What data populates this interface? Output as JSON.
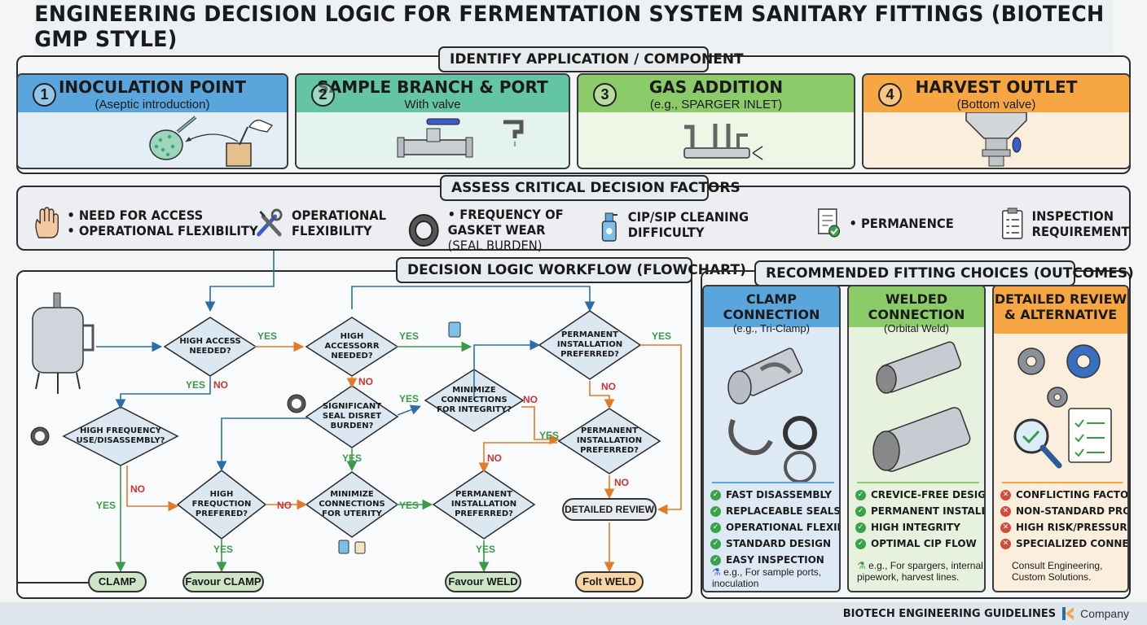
{
  "title": "ENGINEERING DECISION LOGIC FOR FERMENTATION SYSTEM SANITARY FITTINGS (BIOTECH GMP STYLE)",
  "identify": {
    "heading": "IDENTIFY APPLICATION / COMPONENT",
    "cards": [
      {
        "num": "1",
        "title": "INOCULATION POINT",
        "sub": "(Aseptic introduction)",
        "head_color": "#5aa6dc",
        "body_color": "#e3eef7"
      },
      {
        "num": "2",
        "title": "SAMPLE BRANCH & PORT",
        "sub": "With valve",
        "head_color": "#63c5a6",
        "body_color": "#e4f3ee"
      },
      {
        "num": "3",
        "title": "GAS ADDITION",
        "sub": "(e.g., SPARGER INLET)",
        "head_color": "#8ccb6a",
        "body_color": "#eef6e6"
      },
      {
        "num": "4",
        "title": "HARVEST OUTLET",
        "sub": "(Bottom valve)",
        "head_color": "#f6a744",
        "body_color": "#fbeedd"
      }
    ]
  },
  "factors": {
    "heading": "ASSESS CRITICAL DECISION FACTORS",
    "items": [
      {
        "line1": "• NEED FOR ACCESS",
        "line2": "• OPERATIONAL FLEXIBILITY",
        "line3": "",
        "icon": "hand-icon"
      },
      {
        "line1": "OPERATIONAL",
        "line2": "FLEXIBILITY",
        "line3": "",
        "icon": "tools-icon"
      },
      {
        "line1": "• FREQUENCY OF",
        "line2": "GASKET WEAR",
        "line3": "(SEAL BURDEN)",
        "icon": "gasket-icon"
      },
      {
        "line1": "CIP/SIP CLEANING",
        "line2": "DIFFICULTY",
        "line3": "",
        "icon": "spray-bottle-icon"
      },
      {
        "line1": "• PERMANENCE",
        "line2": "",
        "line3": "",
        "icon": "certificate-icon"
      },
      {
        "line1": "INSPECTION",
        "line2": "REQUIREMENT",
        "line3": "",
        "icon": "clipboard-icon"
      }
    ]
  },
  "flow": {
    "heading": "DECISION LOGIC WORKFLOW (FLOWCHART)",
    "diamonds": [
      {
        "id": "d1",
        "l1": "HIGH ACCESS",
        "l2": "NEEDED?",
        "l3": ""
      },
      {
        "id": "d2",
        "l1": "HIGH",
        "l2": "ACCESSORR",
        "l3": "NEEDED?"
      },
      {
        "id": "d3",
        "l1": "PERMANENT",
        "l2": "INSTALLATION",
        "l3": "PREFERRED?"
      },
      {
        "id": "d4",
        "l1": "HIGH FREQUENCY",
        "l2": "USE/DISASSEMBLY?",
        "l3": ""
      },
      {
        "id": "d5",
        "l1": "SIGNIFICANT",
        "l2": "SEAL DISRET",
        "l3": "BURDEN?"
      },
      {
        "id": "d6",
        "l1": "MINIMIZE",
        "l2": "CONNECTIONS",
        "l3": "FOR INTEGRITY?"
      },
      {
        "id": "d7",
        "l1": "PERMANENT",
        "l2": "INSTALLATION",
        "l3": "PREFERRED?"
      },
      {
        "id": "d8",
        "l1": "HIGH",
        "l2": "FREQUCTION",
        "l3": "PREFERED?"
      },
      {
        "id": "d9",
        "l1": "MINIMIZE",
        "l2": "CONNECTIONS",
        "l3": "FOR UTERITY"
      },
      {
        "id": "d10",
        "l1": "PERMANENT",
        "l2": "INSTALLATION",
        "l3": "PREFERRED?"
      }
    ],
    "edge_labels": {
      "yes": "YES",
      "no": "NO"
    },
    "terminals": {
      "clamp": "CLAMP",
      "favour_clamp": "Favour CLAMP",
      "favour_weld": "Favour WELD",
      "folt_weld": "Folt WELD",
      "review": "DETAILED REVIEW"
    }
  },
  "outcomes": {
    "heading": "RECOMMENDED FITTING CHOICES (OUTCOMES)",
    "cols": [
      {
        "t1": "CLAMP CONNECTION",
        "t2": "",
        "sub": "(e.g., Tri-Clamp)",
        "head_color": "#5aa6dc",
        "body_color": "#dde9f4",
        "items": [
          "FAST DISASSEMBLY",
          "REPLACEABLE SEALS",
          "OPERATIONAL FLEXIBILITY",
          "STANDARD DESIGN",
          "EASY INSPECTION"
        ],
        "note": "e.g., For sample ports, inoculation"
      },
      {
        "t1": "WELDED CONNECTION",
        "t2": "",
        "sub": "(Orbital Weld)",
        "head_color": "#8ccb6a",
        "body_color": "#e6f1de",
        "items": [
          "CREVICE-FREE DESIGN",
          "PERMANENT INSTALLATION",
          "HIGH INTEGRITY",
          "OPTIMAL CIP FLOW"
        ],
        "note": "e.g., For spargers, internal pipework, harvest lines."
      },
      {
        "t1": "DETAILED REVIEW",
        "t2": "& ALTERNATIVE",
        "sub": "",
        "head_color": "#f6a744",
        "body_color": "#fbeedd",
        "items": [
          "CONFLICTING FACTORS",
          "NON-STANDARD PROCESS",
          "HIGH RISK/PRESSURE/TEMP",
          "SPECIALIZED CONNECTIONS"
        ],
        "note": "Consult Engineering, Custom Solutions."
      }
    ]
  },
  "footer": {
    "guidelines": "BIOTECH ENGINEERING GUIDELINES",
    "company": "Company"
  }
}
